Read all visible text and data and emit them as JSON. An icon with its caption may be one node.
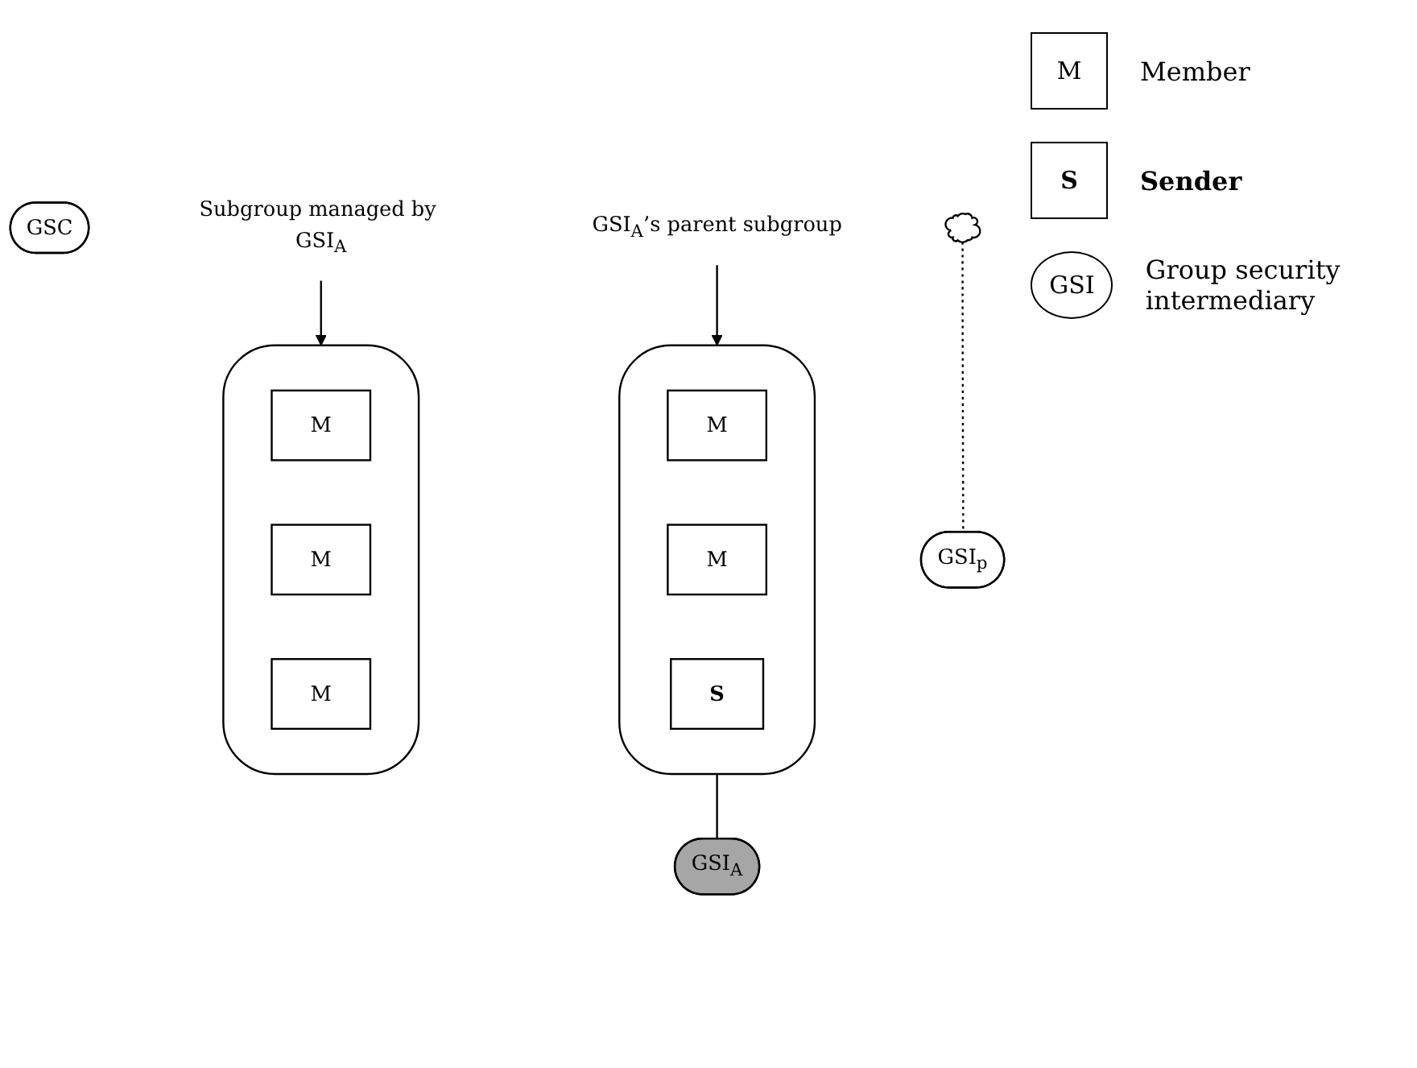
{
  "diagram": {
    "nodes": [
      {
        "text": [
          "GSC"
        ]
      },
      {
        "text": [],
        "shape": "cloud"
      },
      {
        "text": [
          "GSI$_{p}$"
        ]
      },
      {
        "text": [],
        "shape": "cloud"
      },
      {
        "text": [
          "M"
        ],
        "in": 3
      },
      {
        "text": [
          "M"
        ],
        "in": 3
      },
      {
        "text": [
          "S"
        ],
        "in": 3
      },
      {
        "text": [
          "GSI$_{A}$"
        ]
      },
      {
        "text": [],
        "shape": "cloud"
      },
      {
        "text": [
          "M"
        ],
        "in": 8
      },
      {
        "text": [
          "M"
        ],
        "in": 8
      },
      {
        "text": [
          "M"
        ],
        "in": 8
      },
      {
        "text": [
          "GSI$_{A}$’s parent subgroup"
        ]
      },
      {
        "text": [
          "Subgroup managed by GSI$_{A}$"
        ]
      }
    ],
    "edges": [
      {
        "from": 1,
        "to": 2,
        "arrow": "none",
        "style": "dashed"
      },
      {
        "from": 3,
        "to": 7,
        "arrow": "none"
      },
      {
        "from": 12,
        "to": 3,
        "arrow": "to"
      },
      {
        "from": 13,
        "to": 8,
        "arrow": "to"
      }
    ],
    "labels": [
      "M",
      "S",
      "GSI"
    ],
    "legend": [
      {
        "text": "Member"
      },
      {
        "text": "Sender"
      },
      {
        "text": "Group security intermediary"
      }
    ]
  }
}
